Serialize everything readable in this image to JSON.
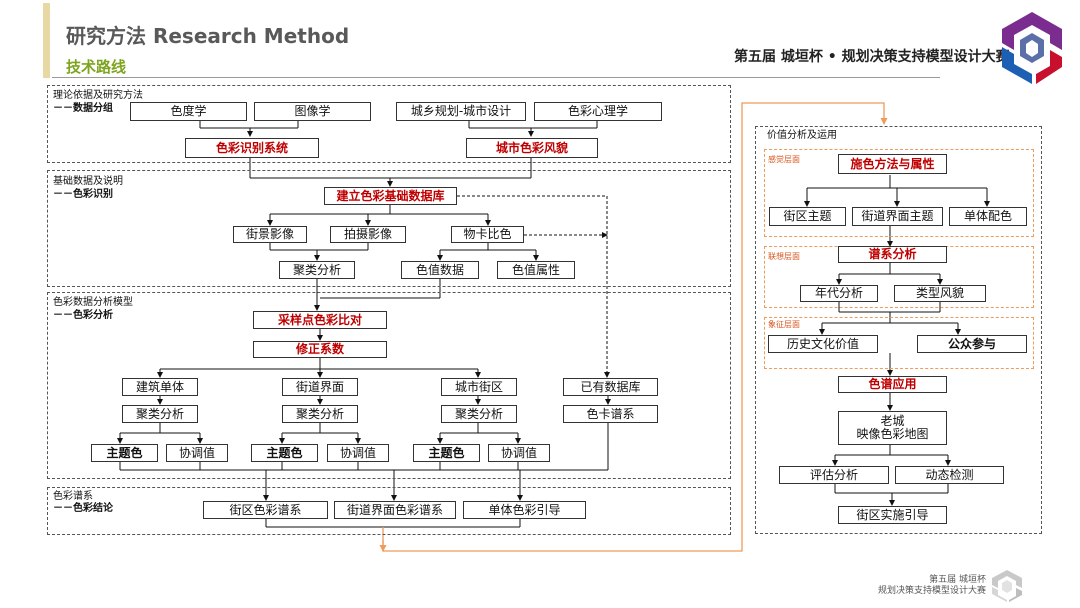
{
  "header": {
    "title": "研究方法 Research  Method",
    "subtitle": "技术路线",
    "competition": "第五届 城垣杯 • 规划决策支持模型设计大赛"
  },
  "footer": {
    "line1": "第五届 城垣杯",
    "line2": "规划决策支持模型设计大赛"
  },
  "colors": {
    "accent_green": "#7ea51f",
    "highlight_red": "#c00000",
    "connector_orange": "#ee9b5b",
    "header_bar": "#e8d8a3"
  },
  "sections": {
    "theory": {
      "title": "理论依据及研究方法",
      "sub": "－－数据分组"
    },
    "basic": {
      "title": "基础数据及说明",
      "sub": "－－色彩识别"
    },
    "model": {
      "title": "色彩数据分析模型",
      "sub": "－－色彩分析"
    },
    "spectrum": {
      "title": "色彩谱系",
      "sub": "－－色彩结论"
    },
    "value": {
      "title": "价值分析及运用"
    }
  },
  "nodes": {
    "colorimetry": "色度学",
    "imaging": "图像学",
    "urban_design": "城乡规划-城市设计",
    "color_psych": "色彩心理学",
    "color_id_system": "色彩识别系统",
    "city_style": "城市色彩风貌",
    "build_db": "建立色彩基础数据库",
    "street_image": "街景影像",
    "photo_image": "拍摄影像",
    "card_compare": "物卡比色",
    "cluster": "聚类分析",
    "color_value_data": "色值数据",
    "color_value_attr": "色值属性",
    "sample_compare": "采样点色彩比对",
    "correction": "修正系数",
    "building": "建筑单体",
    "street_interface": "街道界面",
    "block": "城市街区",
    "existing_db": "已有数据库",
    "card_spectrum": "色卡谱系",
    "main_color": "主题色",
    "harmony_value": "协调值",
    "block_spectrum": "街区色彩谱系",
    "street_spectrum": "街道界面色彩谱系",
    "unit_guide": "单体色彩引导",
    "v_method": "施色方法与属性",
    "v_block_theme": "街区主题",
    "v_street_theme": "街道界面主题",
    "v_unit_match": "单体配色",
    "v_spectrum_analysis": "谱系分析",
    "v_era": "年代分析",
    "v_style": "类型风貌",
    "v_heritage": "历史文化价值",
    "v_public": "公众参与",
    "v_application": "色谱应用",
    "v_map_l1": "老城",
    "v_map_l2": "映像色彩地图",
    "v_evaluation": "评估分析",
    "v_monitor": "动态检测",
    "v_guide": "街区实施引导"
  },
  "layers": {
    "perception": "感觉层面",
    "association": "联想层面",
    "symbol": "象征层面"
  }
}
